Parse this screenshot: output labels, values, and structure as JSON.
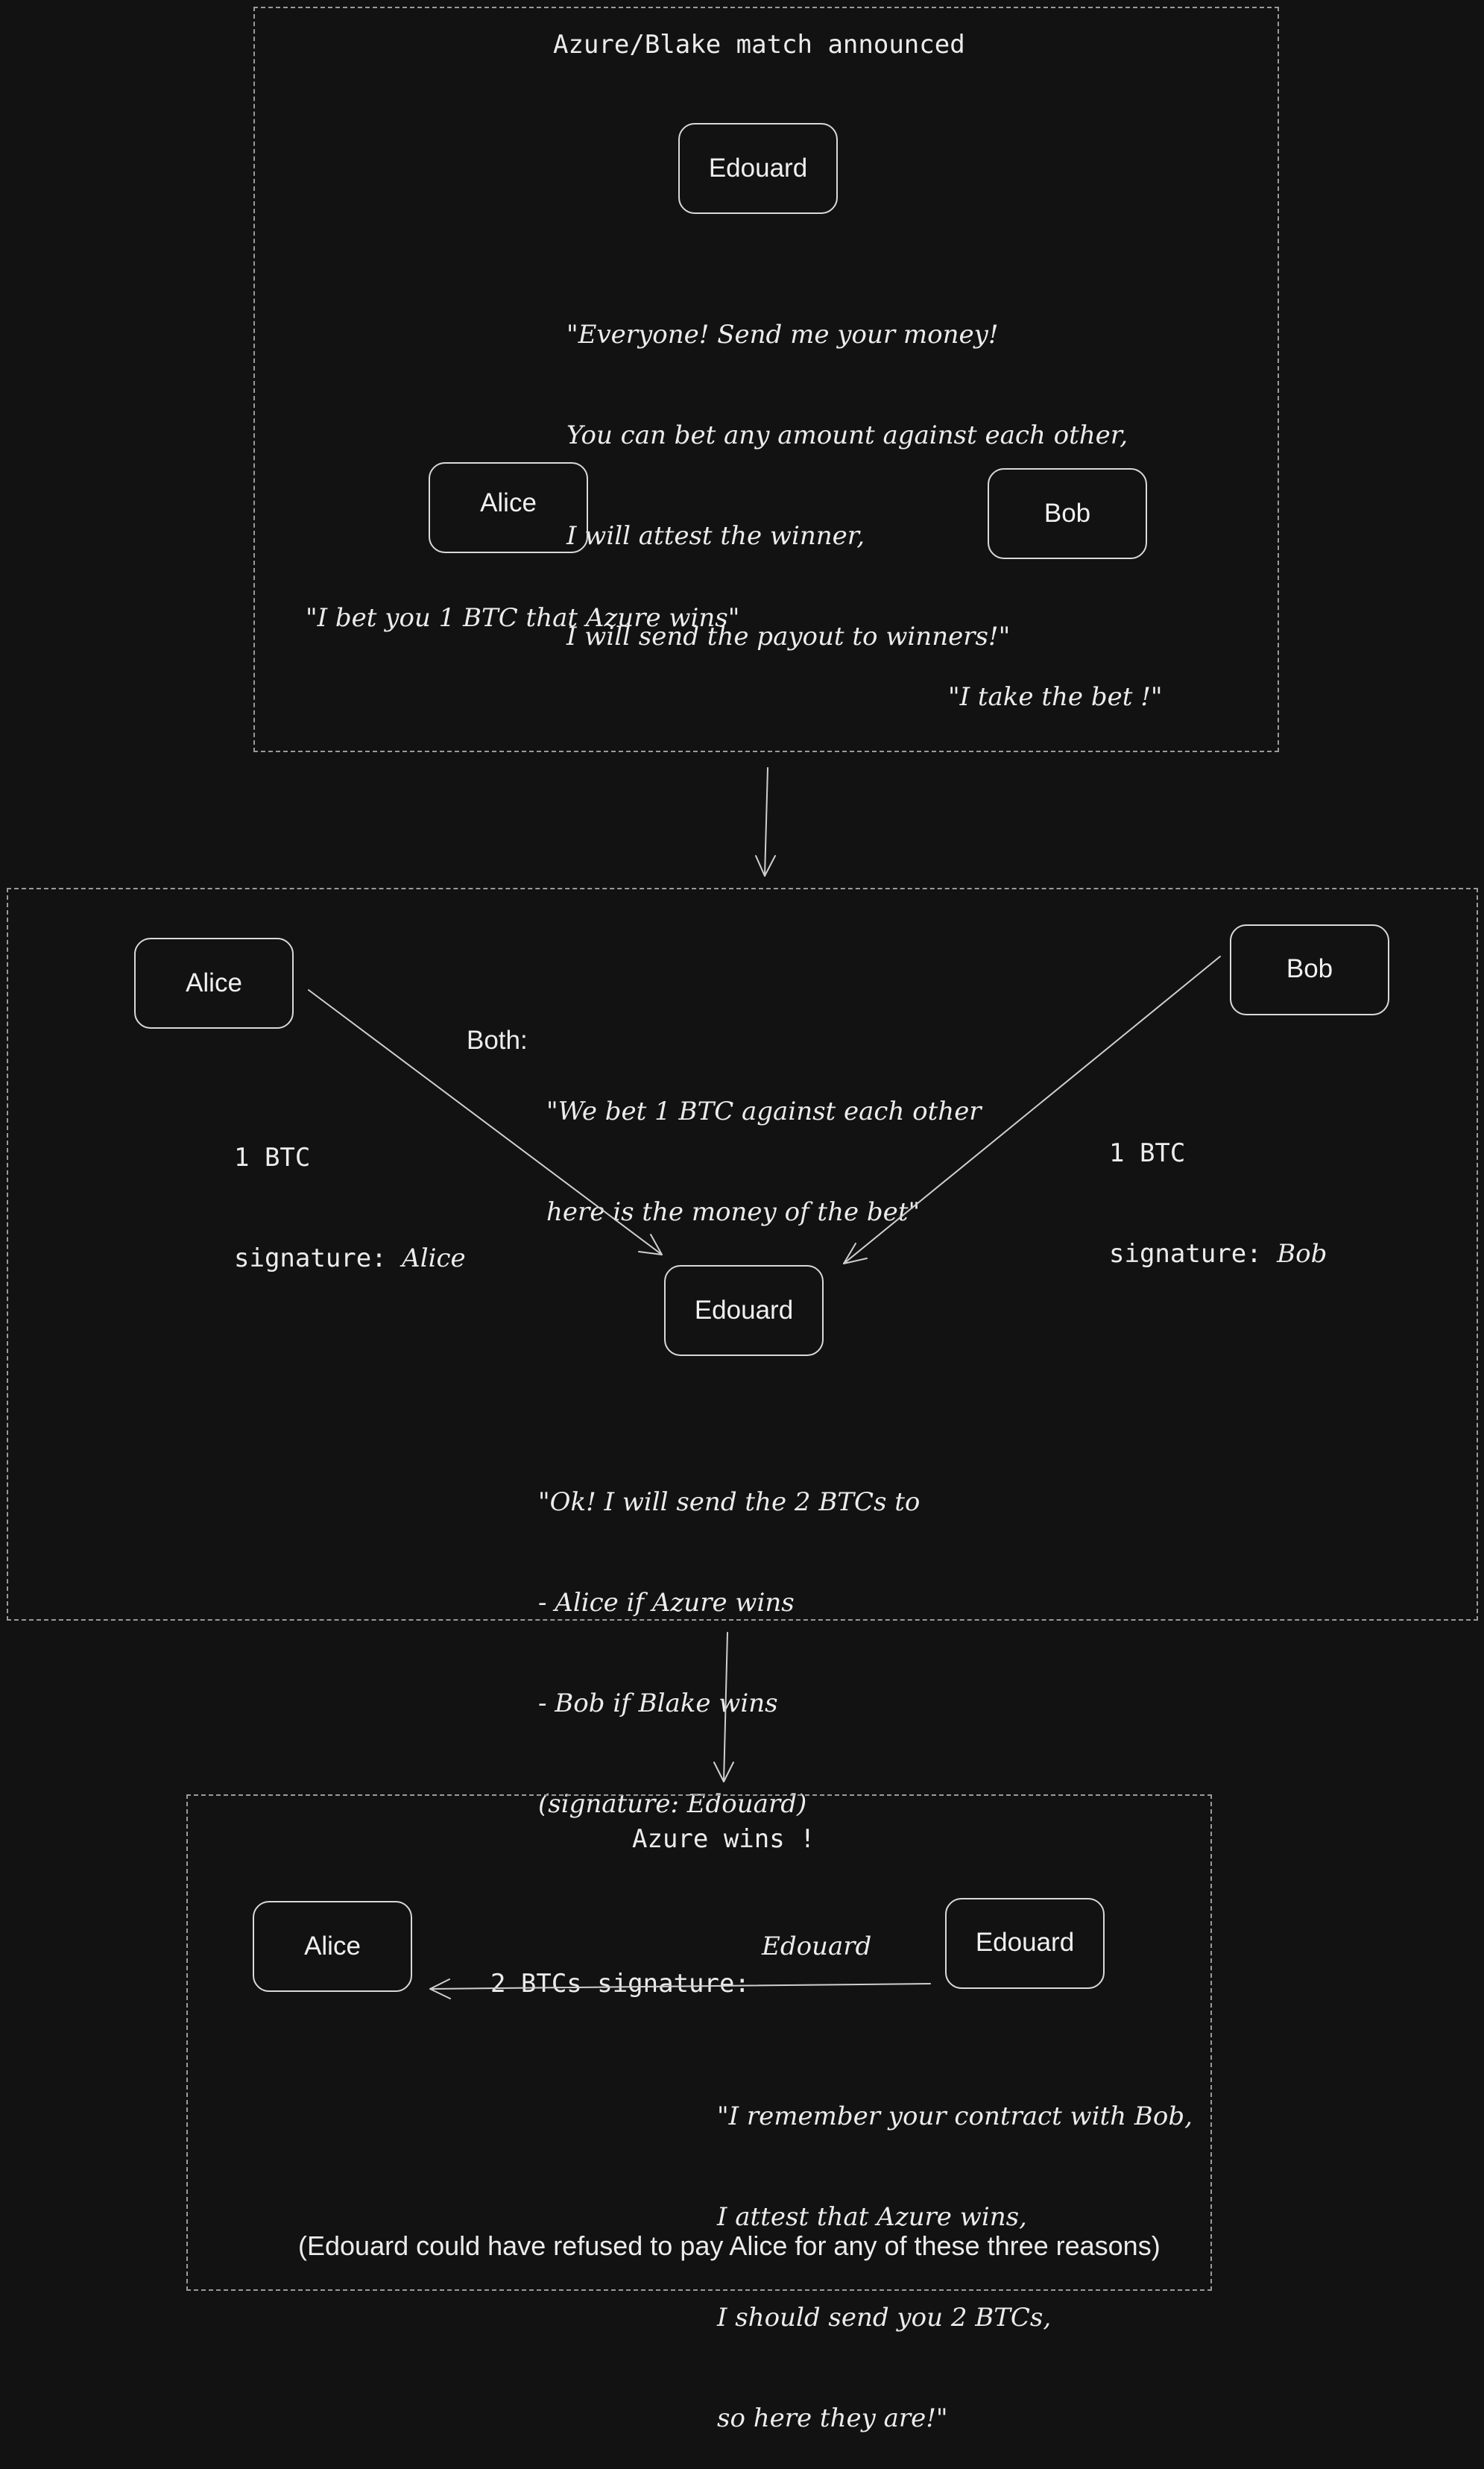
{
  "section1": {
    "title": "Azure/Blake match announced",
    "edouard": "Edouard",
    "edouard_quote": [
      "\"Everyone! Send me your money!",
      "You can bet any amount against each other,",
      "I will attest the winner,",
      "I will send the payout to winners!\""
    ],
    "alice": "Alice",
    "bob": "Bob",
    "alice_quote": "\"I bet you 1 BTC that Azure wins\"",
    "bob_quote": "\"I take the bet !\""
  },
  "section2": {
    "alice": "Alice",
    "bob": "Bob",
    "edouard": "Edouard",
    "both_label": "Both:",
    "both_quote": [
      "\"We bet 1 BTC against each other",
      "here is the money of the bet\""
    ],
    "alice_amount": "1 BTC",
    "alice_sig_label": "signature: ",
    "alice_sig_name": "Alice",
    "bob_amount": "1 BTC",
    "bob_sig_label": "signature: ",
    "bob_sig_name": "Bob",
    "edouard_quote": [
      "\"Ok! I will send the 2 BTCs to",
      "- Alice if Azure wins",
      "- Bob if Blake wins",
      "(signature: Edouard)"
    ]
  },
  "section3": {
    "title": "Azure wins !",
    "alice": "Alice",
    "edouard": "Edouard",
    "payment_label": "2 BTCs signature:",
    "payment_sig": "Edouard",
    "edouard_quote": [
      "\"I remember your contract with Bob,",
      "I attest that Azure wins,",
      "I should send you 2 BTCs,",
      "so here they are!\""
    ],
    "footnote": "(Edouard could have refused to pay Alice for any of these three reasons)"
  }
}
